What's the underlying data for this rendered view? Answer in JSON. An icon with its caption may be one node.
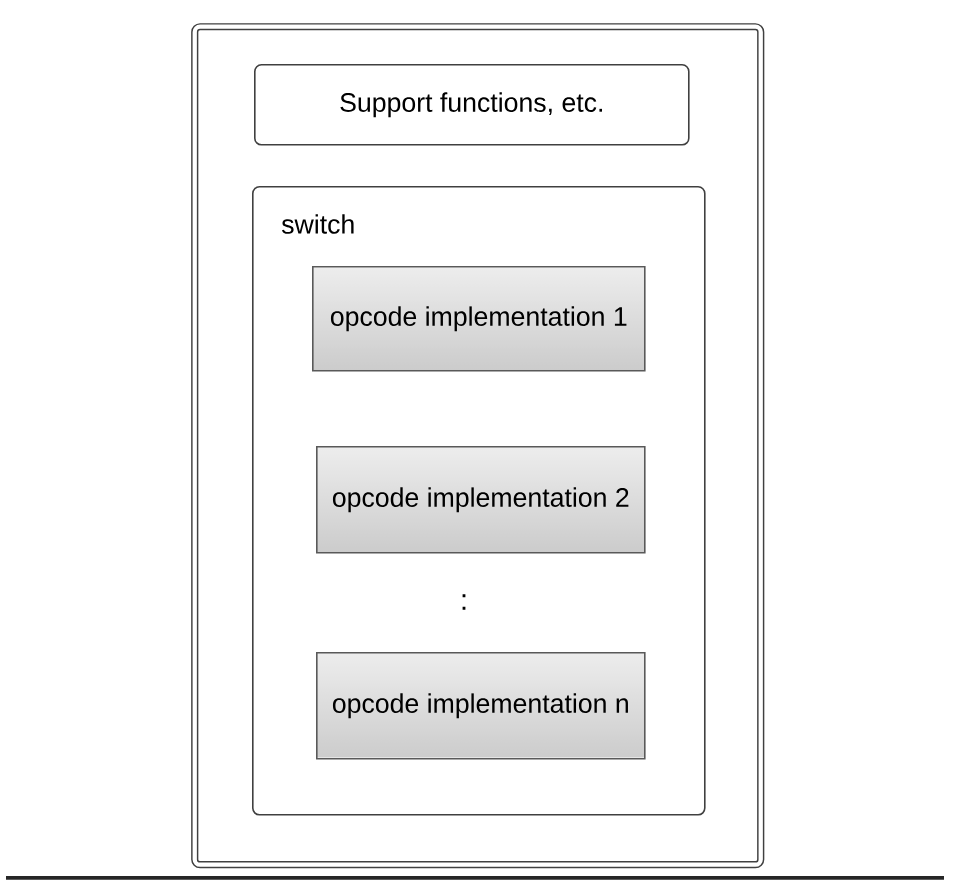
{
  "diagram": {
    "nodes": [
      {
        "text": [],
        "shape": "box"
      },
      {
        "text": [
          "Support functions, etc."
        ],
        "in": 0
      },
      {
        "text": [
          "switch"
        ],
        "in": 0
      },
      {
        "text": [
          "opcode implementation 1"
        ],
        "in": 2
      },
      {
        "text": [
          "opcode implementation 2"
        ],
        "in": 2
      },
      {
        "text": [
          "opcode implementation n"
        ],
        "in": 2
      }
    ],
    "labels": [
      ":"
    ]
  }
}
